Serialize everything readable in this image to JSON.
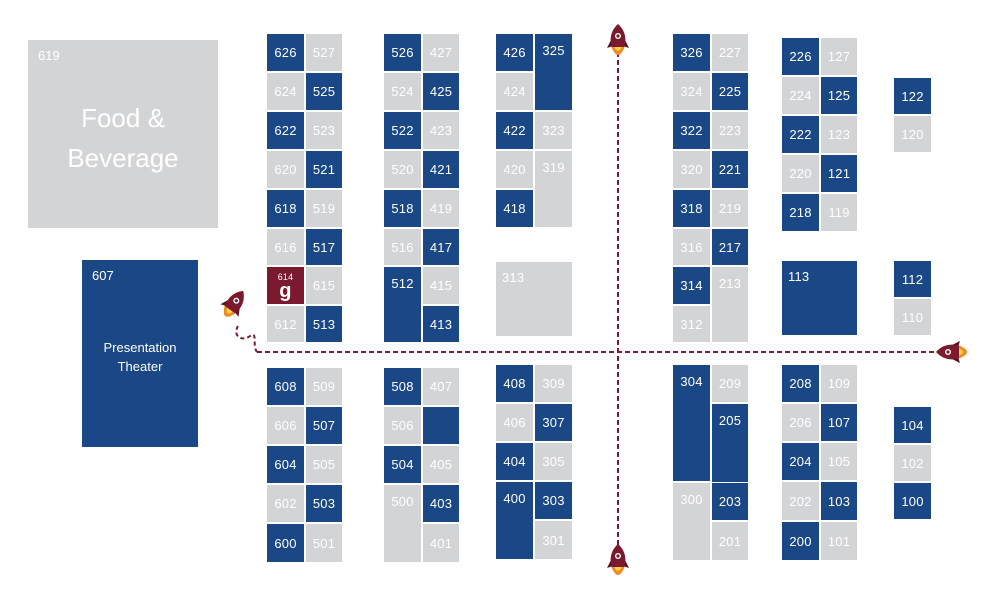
{
  "food_area": {
    "code": "619",
    "label_line1": "Food &",
    "label_line2": "Beverage"
  },
  "theater": {
    "code": "607",
    "label_line1": "Presentation",
    "label_line2": "Theater"
  },
  "featured_booth": {
    "code": "614",
    "logo": "g",
    "color": "#7b1a2e"
  },
  "colors": {
    "available_blue": "#1a4785",
    "gray": "#d3d4d6",
    "path": "#7b1a2e"
  },
  "icons": [
    "rocket-icon",
    "company-logo-icon"
  ],
  "booths": [
    "626",
    "527",
    "624",
    "525",
    "622",
    "523",
    "620",
    "521",
    "618",
    "519",
    "616",
    "517",
    "615",
    "612",
    "513",
    "526",
    "427",
    "524",
    "425",
    "522",
    "423",
    "520",
    "421",
    "518",
    "419",
    "516",
    "417",
    "512",
    "415",
    "413",
    "426",
    "325",
    "424",
    "422",
    "323",
    "420",
    "319",
    "418",
    "313",
    "326",
    "227",
    "324",
    "225",
    "322",
    "223",
    "320",
    "221",
    "318",
    "219",
    "316",
    "217",
    "314",
    "213",
    "312",
    "226",
    "127",
    "224",
    "125",
    "222",
    "123",
    "220",
    "121",
    "218",
    "119",
    "113",
    "122",
    "120",
    "112",
    "110",
    "608",
    "509",
    "606",
    "507",
    "604",
    "505",
    "602",
    "503",
    "600",
    "501",
    "508",
    "407",
    "506",
    "504",
    "405",
    "500",
    "403",
    "401",
    "408",
    "309",
    "406",
    "307",
    "404",
    "305",
    "400",
    "303",
    "301",
    "304",
    "209",
    "205",
    "300",
    "203",
    "201",
    "208",
    "109",
    "206",
    "107",
    "204",
    "105",
    "202",
    "103",
    "200",
    "101",
    "104",
    "102",
    "100"
  ]
}
